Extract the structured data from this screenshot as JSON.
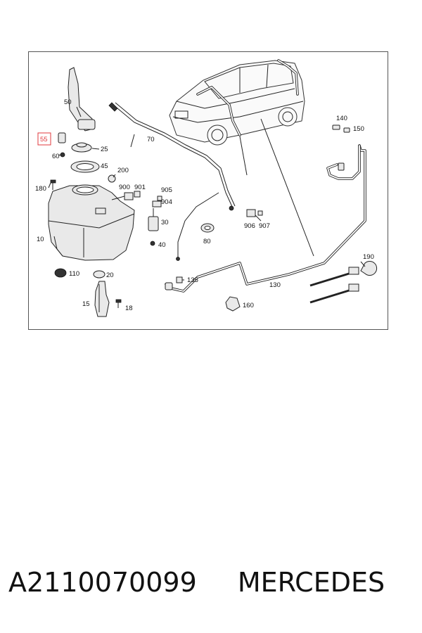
{
  "diagram": {
    "labels": {
      "l50": "50",
      "l55": "55",
      "l60": "60",
      "l25": "25",
      "l45": "45",
      "l200": "200",
      "l180": "180",
      "l900": "900",
      "l901": "901",
      "l905": "905",
      "l904": "904",
      "l30": "30",
      "l40": "40",
      "l10": "10",
      "l110": "110",
      "l20": "20",
      "l15": "15",
      "l18": "18",
      "l70": "70",
      "l80": "80",
      "l906": "906",
      "l907": "907",
      "l135": "135",
      "l130": "130",
      "l160": "160",
      "l140": "140",
      "l150": "150",
      "l190": "190"
    },
    "highlight_color": "#e0393e"
  },
  "footer": {
    "part_number": "A2110070099",
    "brand": "MERCEDES"
  }
}
